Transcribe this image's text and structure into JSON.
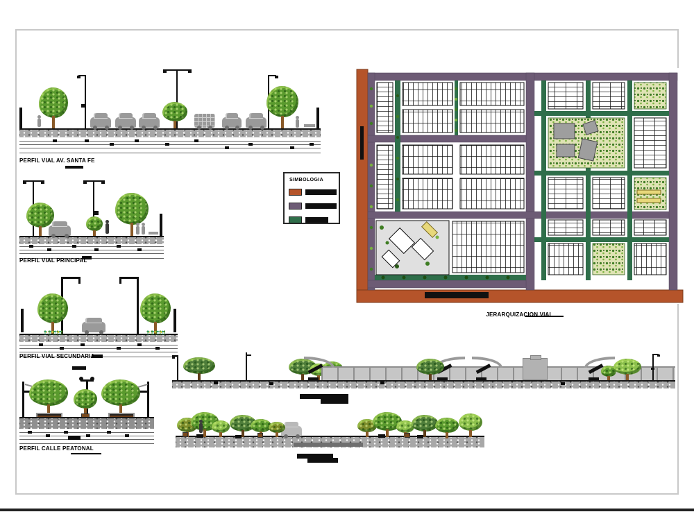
{
  "plan": {
    "caption": "JERARQUIZACION VIAL"
  },
  "profiles": [
    {
      "id": "avenue",
      "label": "PERFIL VIAL AV. SANTA FE"
    },
    {
      "id": "principal",
      "label": "PERFIL VIAL PRINCIPAL"
    },
    {
      "id": "secundaria",
      "label": "PERFIL VIAL SECUNDARIA"
    },
    {
      "id": "peatonal",
      "label": "PERFIL CALLE PEATONAL"
    }
  ],
  "legend": {
    "title": "SIMBOLOGIA",
    "items": [
      {
        "color": "#b5542a",
        "label": ""
      },
      {
        "color": "#6d5b75",
        "label": ""
      },
      {
        "color": "#2f6e4a",
        "label": ""
      }
    ]
  },
  "colors": {
    "road_primary": "#b5542a",
    "road_secondary": "#6d5b75",
    "road_tertiary": "#2f6e4a"
  }
}
